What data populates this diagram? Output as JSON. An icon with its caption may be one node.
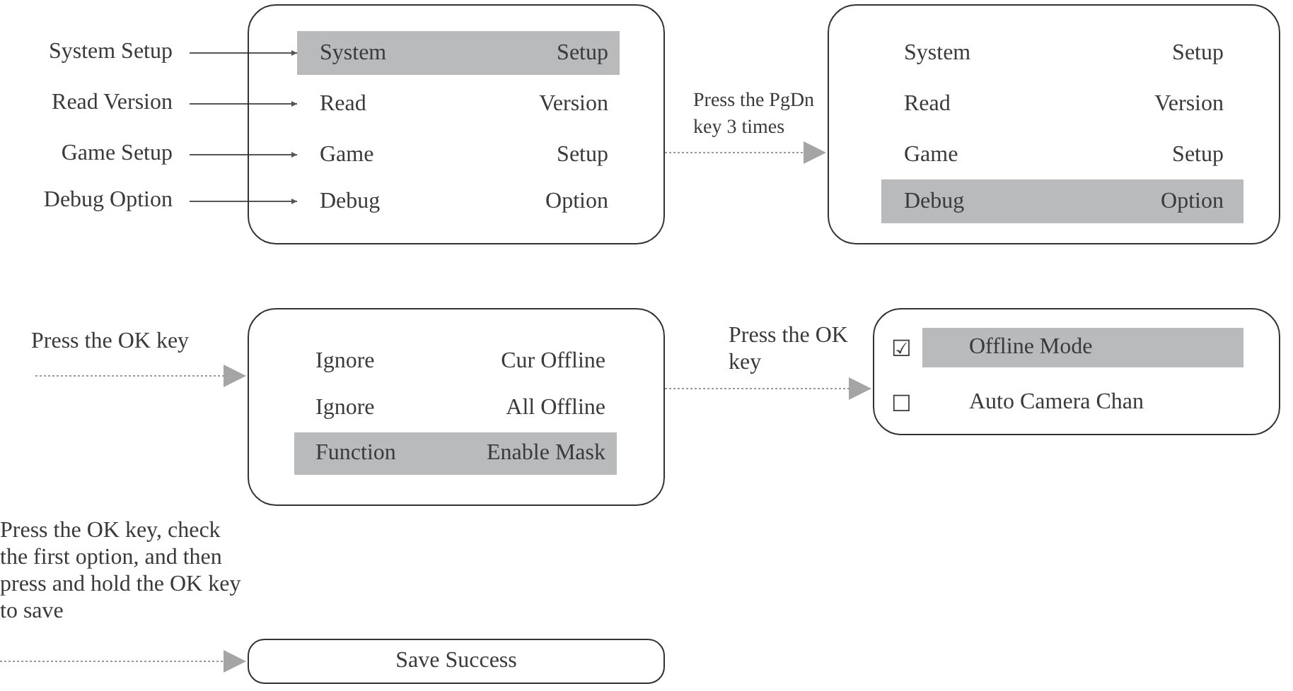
{
  "diagram": {
    "nodes": [
      {
        "text": [
          "System Setup"
        ]
      },
      {
        "text": [
          "Read Version"
        ]
      },
      {
        "text": [
          "Game Setup"
        ]
      },
      {
        "text": [
          "Debug Option"
        ]
      },
      {
        "text": [],
        "shape": "box"
      },
      {
        "text": [
          "System",
          "Setup"
        ],
        "in": 4
      },
      {
        "text": [
          "Read",
          "Version"
        ],
        "in": 4
      },
      {
        "text": [
          "Game",
          "Setup"
        ],
        "in": 4
      },
      {
        "text": [
          "Debug",
          "Option"
        ],
        "in": 4
      },
      {
        "text": [],
        "shape": "box"
      },
      {
        "text": [
          "System",
          "Setup"
        ],
        "in": 9
      },
      {
        "text": [
          "Read",
          "Version"
        ],
        "in": 9
      },
      {
        "text": [
          "Game",
          "Setup"
        ],
        "in": 9
      },
      {
        "text": [
          "Debug",
          "Option"
        ],
        "in": 9
      },
      {
        "text": [],
        "shape": "box"
      },
      {
        "text": [
          "Ignore",
          "Cur Offline"
        ],
        "in": 14
      },
      {
        "text": [
          "Ignore",
          "All Offline"
        ],
        "in": 14
      },
      {
        "text": [
          "Function",
          "Enable Mask"
        ],
        "in": 14
      },
      {
        "text": [],
        "shape": "box"
      },
      {
        "text": [
          "☑",
          "Offline Mode"
        ],
        "in": 18
      },
      {
        "text": [
          "☐",
          "Auto Camera Chan"
        ],
        "in": 18
      },
      {
        "text": [
          "Save Success"
        ]
      }
    ],
    "edges": [
      {
        "from": 0,
        "to": 5,
        "arrow": "to"
      },
      {
        "from": 1,
        "to": 6,
        "arrow": "to"
      },
      {
        "from": 2,
        "to": 7,
        "arrow": "to"
      },
      {
        "from": 3,
        "to": 8,
        "arrow": "to"
      },
      {
        "from": 4,
        "to": 9,
        "arrow": "to",
        "label": "Press the PgDn key 3 times",
        "style": "dashed"
      },
      {
        "from": null,
        "to": 14,
        "arrow": "to",
        "label": "Press the OK key",
        "style": "dashed"
      },
      {
        "from": 14,
        "to": 18,
        "arrow": "to",
        "label": "Press the OK key",
        "style": "dashed"
      },
      {
        "from": null,
        "to": 21,
        "arrow": "to",
        "label": "Press the OK key, check the first option, and then press and hold the OK key to save",
        "style": "dashed"
      }
    ]
  }
}
